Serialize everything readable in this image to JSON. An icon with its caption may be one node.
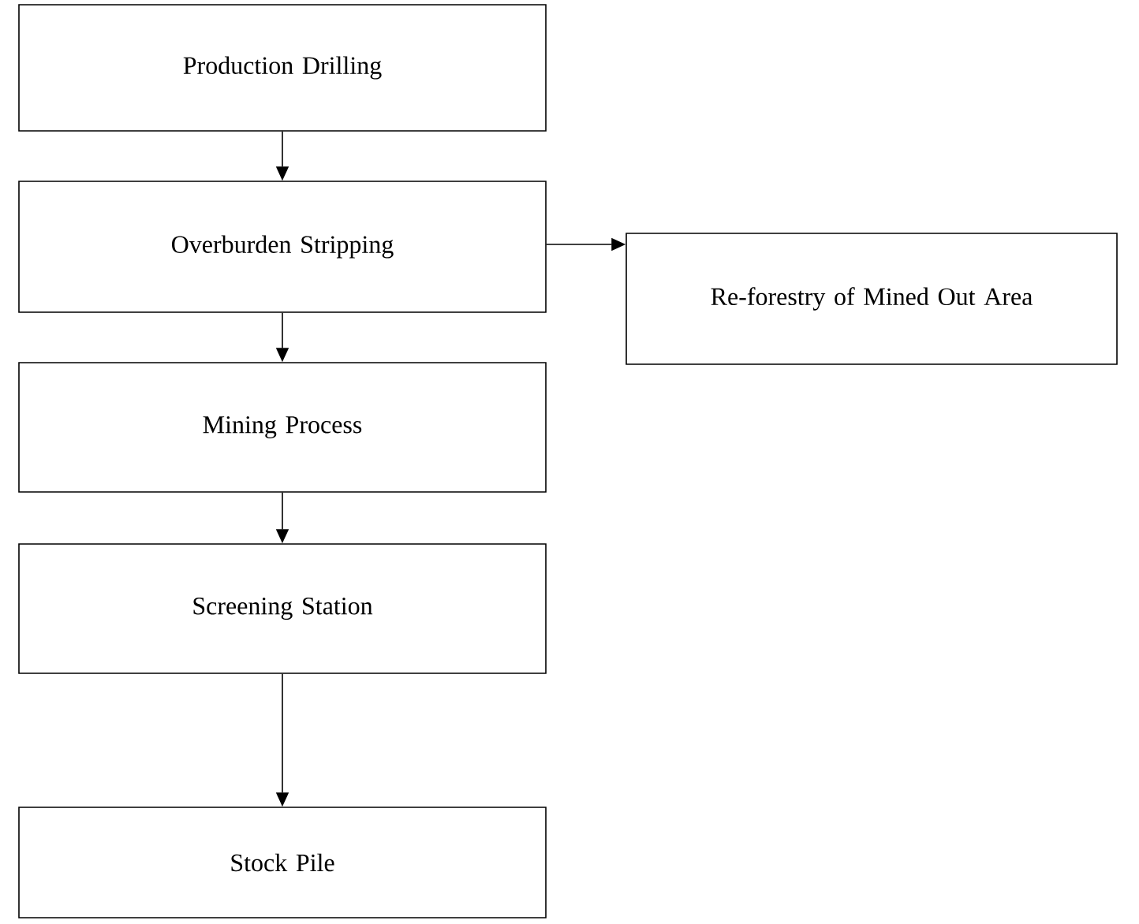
{
  "diagram": {
    "nodes": [
      {
        "text": [
          "Production Drilling"
        ]
      },
      {
        "text": [
          "Overburden Stripping"
        ]
      },
      {
        "text": [
          "Mining Process"
        ]
      },
      {
        "text": [
          "Screening Station"
        ]
      },
      {
        "text": [
          "Stock Pile"
        ]
      },
      {
        "text": [
          "Re-forestry of Mined Out Area"
        ]
      }
    ],
    "edges": [
      {
        "from": 0,
        "to": 1,
        "arrow": "to"
      },
      {
        "from": 1,
        "to": 2,
        "arrow": "to"
      },
      {
        "from": 2,
        "to": 3,
        "arrow": "to"
      },
      {
        "from": 3,
        "to": 4,
        "arrow": "to"
      },
      {
        "from": 1,
        "to": 5,
        "arrow": "to"
      }
    ]
  }
}
